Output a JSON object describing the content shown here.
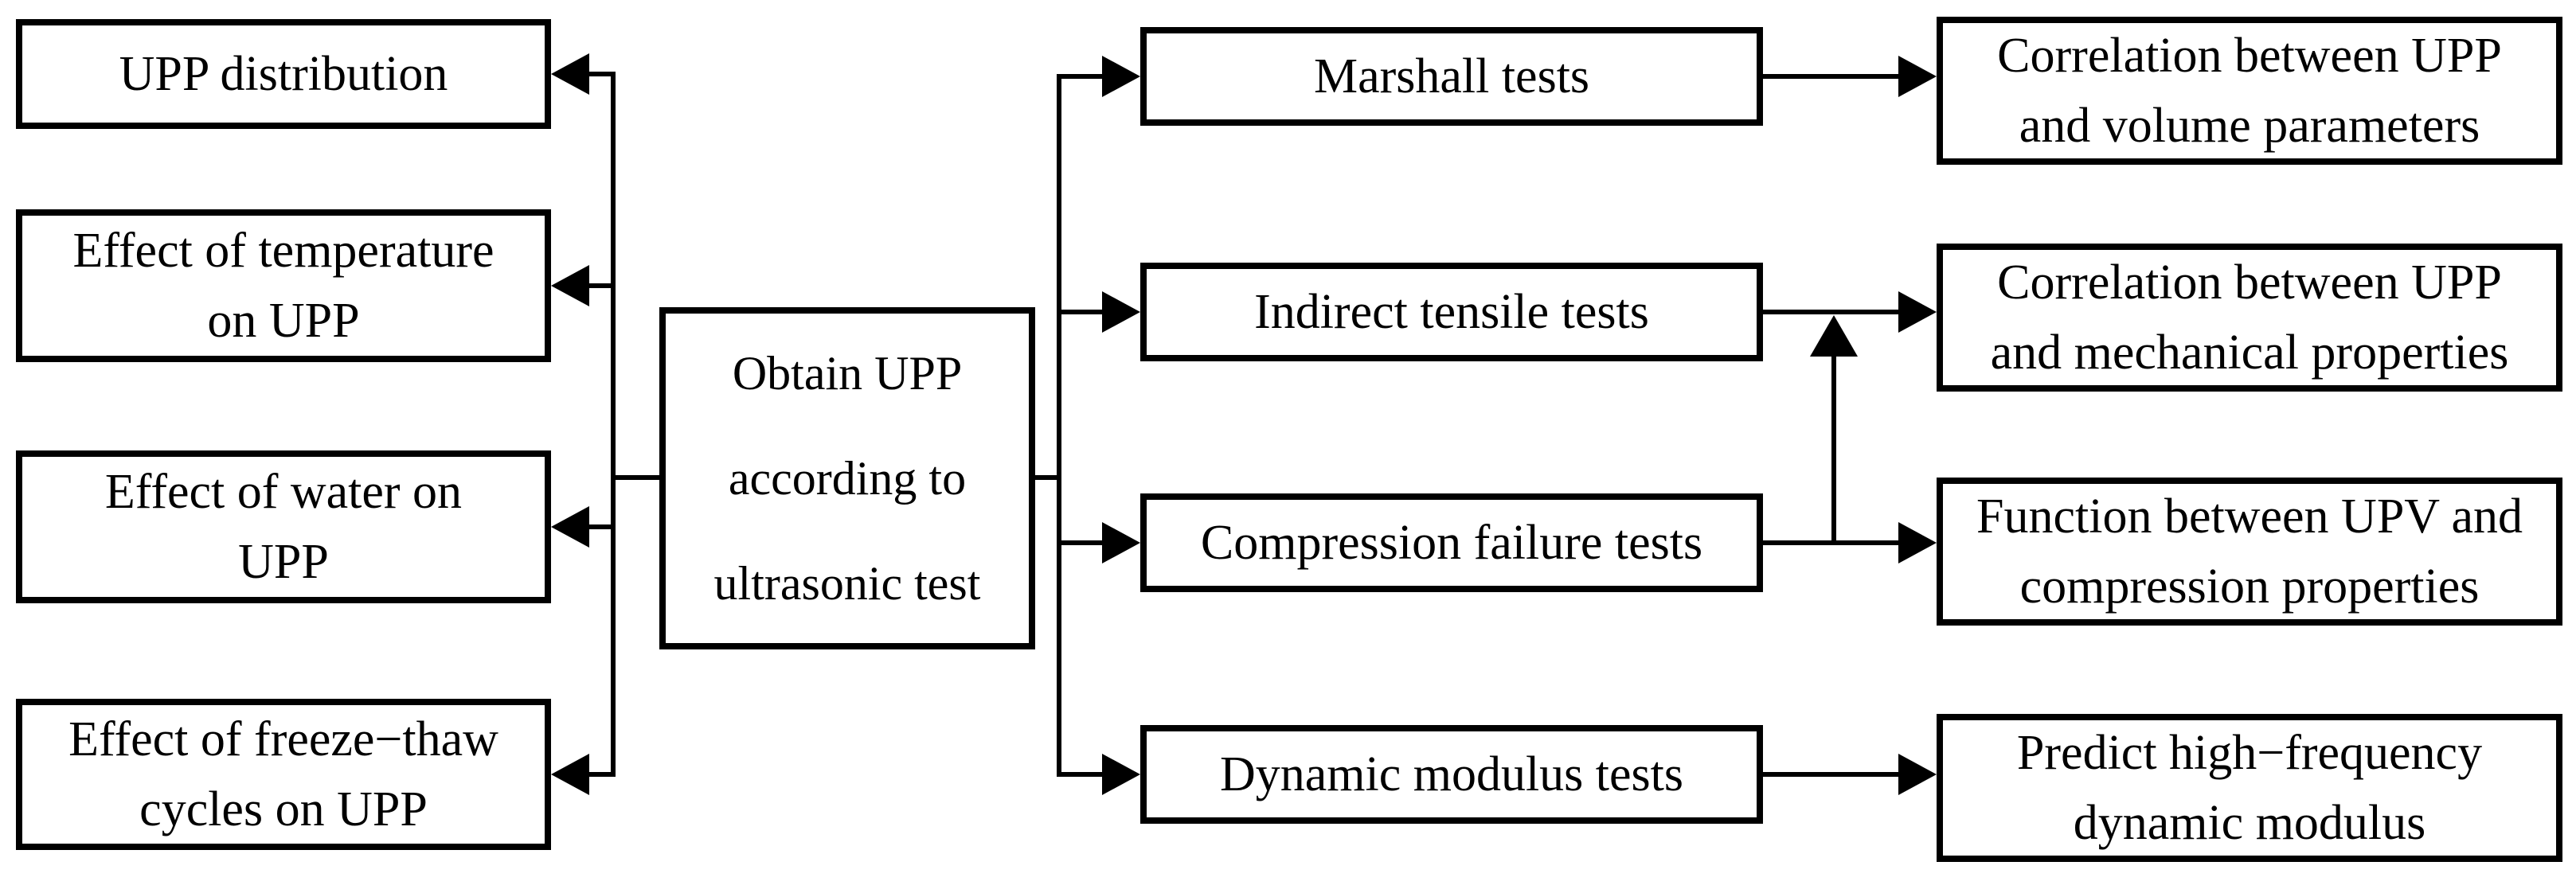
{
  "boxes": {
    "center": {
      "lines": [
        "Obtain UPP",
        "according to",
        "ultrasonic test"
      ]
    },
    "left": [
      {
        "lines": [
          "UPP distribution"
        ]
      },
      {
        "lines": [
          "Effect of temperature",
          "on UPP"
        ]
      },
      {
        "lines": [
          "Effect of water on",
          "UPP"
        ]
      },
      {
        "lines": [
          "Effect of freeze−thaw",
          "cycles on UPP"
        ]
      }
    ],
    "middle": [
      {
        "lines": [
          "Marshall tests"
        ]
      },
      {
        "lines": [
          "Indirect tensile tests"
        ]
      },
      {
        "lines": [
          "Compression failure tests"
        ]
      },
      {
        "lines": [
          "Dynamic modulus tests"
        ]
      }
    ],
    "right": [
      {
        "lines": [
          "Correlation between UPP",
          "and volume parameters"
        ]
      },
      {
        "lines": [
          "Correlation between UPP",
          "and mechanical properties"
        ]
      },
      {
        "lines": [
          "Function between UPV and",
          "compression properties"
        ]
      },
      {
        "lines": [
          "Predict high−frequency",
          "dynamic modulus"
        ]
      }
    ]
  },
  "colors": {
    "line": "#000000",
    "box_border": "#000000",
    "background": "#ffffff",
    "text": "#000000"
  }
}
